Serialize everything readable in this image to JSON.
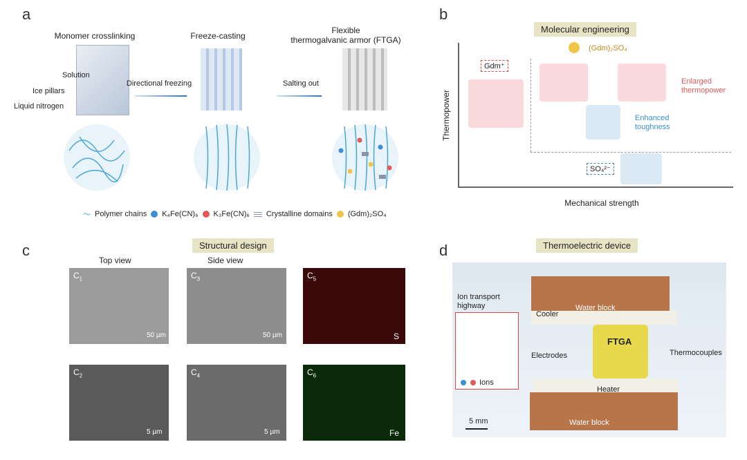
{
  "panel_a": {
    "label": "a",
    "step1": "Monomer crosslinking",
    "step2": "Freeze-casting",
    "step3_line1": "Flexible",
    "step3_line2": "thermogalvanic armor (FTGA)",
    "solution": "Solution",
    "ice_pillars": "Ice pillars",
    "liquid_nitrogen": "Liquid nitrogen",
    "arrow1": "Directional freezing",
    "arrow2": "Salting out",
    "legend": {
      "polymer": "Polymer chains",
      "k4": "K₄Fe(CN)₆",
      "k3": "K₃Fe(CN)₆",
      "crystal": "Crystalline domains",
      "gdm": "(Gdm)₂SO₄"
    }
  },
  "panel_b": {
    "label": "b",
    "title": "Molecular engineering",
    "ylabel": "Thermopower",
    "xlabel": "Mechanical strength",
    "gdm_legend": "(Gdm)₂SO₄",
    "gdm_ion": "Gdm⁺",
    "so4_ion": "SO₄²⁻",
    "enlarged_1": "Enlarged",
    "enlarged_2": "thermopower",
    "enhanced_1": "Enhanced",
    "enhanced_2": "toughness"
  },
  "panel_c": {
    "label": "c",
    "title": "Structural design",
    "top_view": "Top view",
    "side_view": "Side view",
    "c1": "C",
    "c1_sub": "1",
    "c2_sub": "2",
    "c3_sub": "3",
    "c4_sub": "4",
    "c5_sub": "5",
    "c6_sub": "6",
    "scale_50": "50 µm",
    "scale_5": "5 µm",
    "element_s": "S",
    "element_fe": "Fe"
  },
  "panel_d": {
    "label": "d",
    "title": "Thermoelectric device",
    "ion_1": "Ion transport",
    "ion_2": "highway",
    "ions": "Ions",
    "water_block_top": "Water block",
    "water_block_bottom": "Water block",
    "cooler": "Cooler",
    "ftga": "FTGA",
    "electrodes": "Electrodes",
    "thermocouples": "Thermocouples",
    "heater": "Heater",
    "scale": "5 mm"
  },
  "colors": {
    "blue_ion": "#3a8fd8",
    "red_ion": "#e05a5a",
    "gdm_yellow": "#f2c44a",
    "polymer_blue": "#4aa7d8",
    "copper": "#b8754a"
  }
}
